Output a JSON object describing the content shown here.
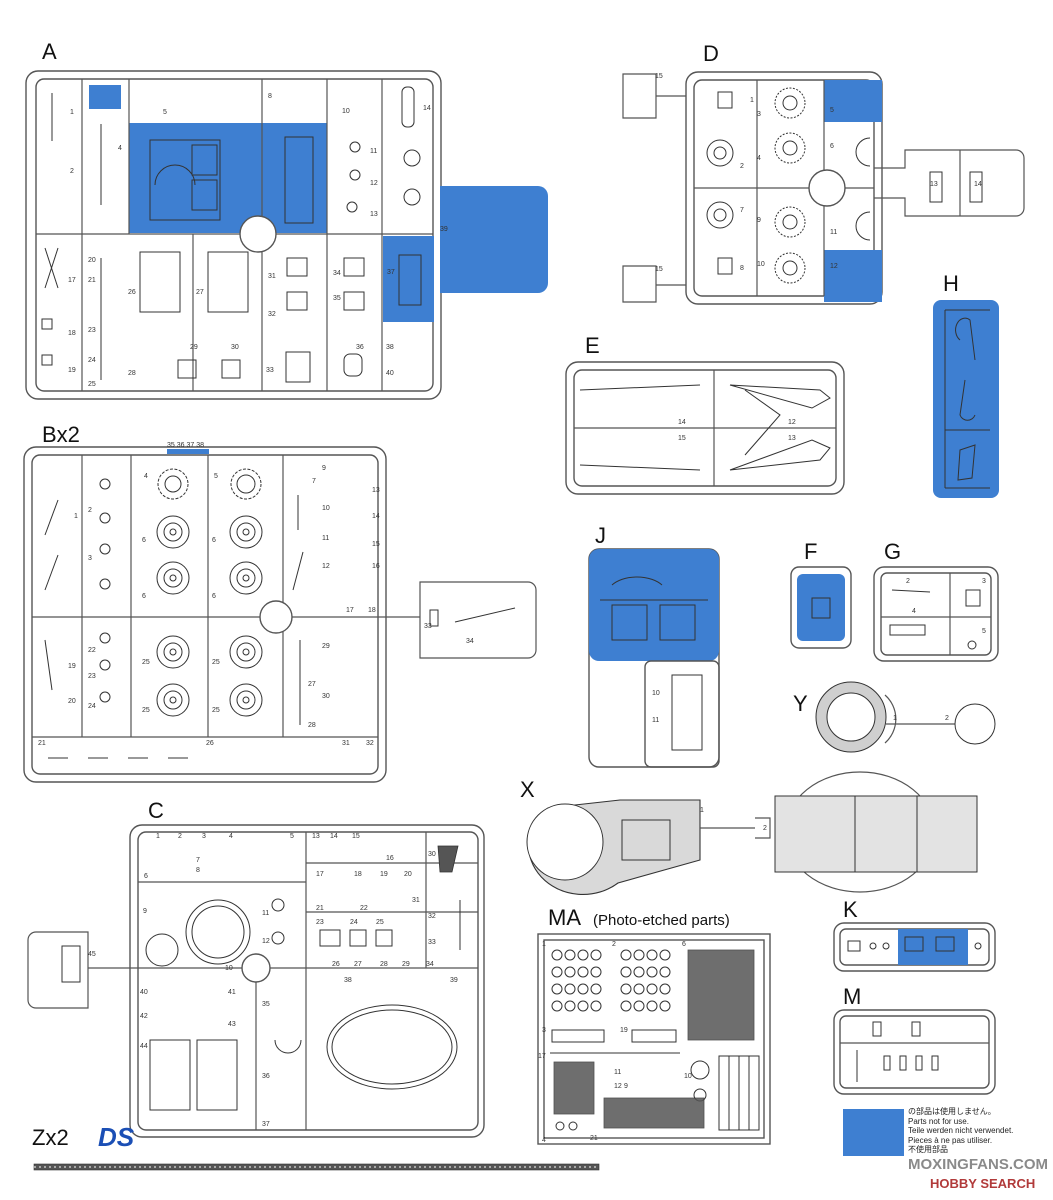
{
  "sprues": {
    "A": "A",
    "Bx2": "Bx2",
    "C": "C",
    "D": "D",
    "E": "E",
    "F": "F",
    "G": "G",
    "H": "H",
    "J": "J",
    "K": "K",
    "M": "M",
    "X": "X",
    "Y": "Y",
    "MA": "MA",
    "Zx2": "Zx2"
  },
  "ma_note": "(Photo-etched parts)",
  "logo": "DS",
  "legend": {
    "line1": "の部品は使用しません。",
    "line2": "Parts not for use.",
    "line3": "Teile werden nicht verwendet.",
    "line4": "Pieces à ne pas utiliser.",
    "line5": "不使用部品"
  },
  "watermark": {
    "site": "MOXINGFANS.COM",
    "brand": "HOBBY SEARCH"
  },
  "colors": {
    "unused": "#3e7fd1",
    "line": "#555555"
  }
}
